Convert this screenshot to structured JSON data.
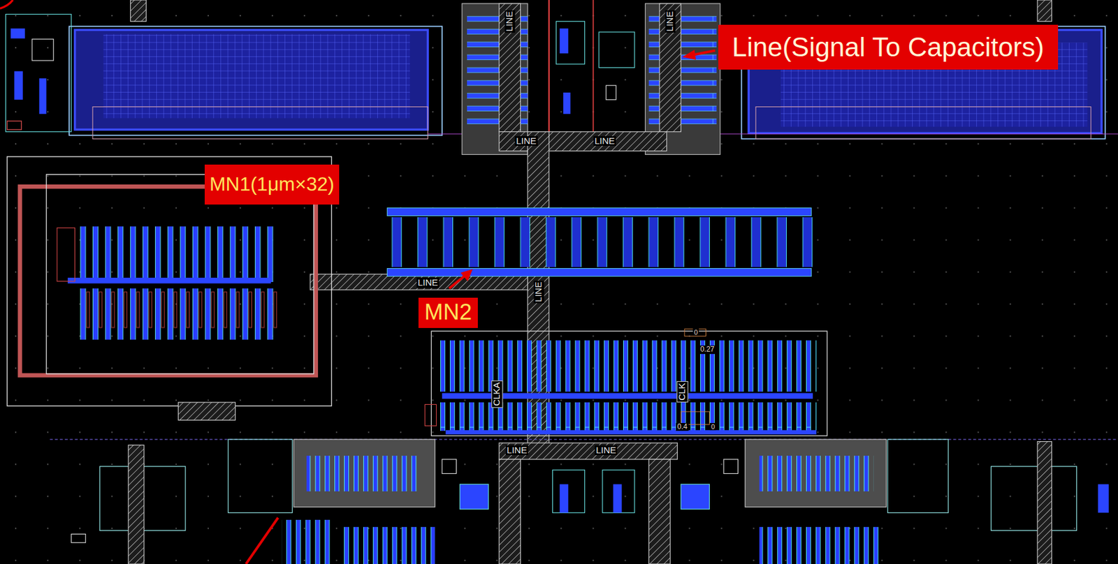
{
  "diagram": {
    "nodes": [
      {
        "text": [
          "Line(Signal To Capacitors)"
        ]
      },
      {
        "text": [
          "MN1(1μm×32)"
        ]
      },
      {
        "text": [
          "MN2"
        ]
      }
    ],
    "labels": [
      "LINE",
      "LINE",
      "LINE",
      "LINE",
      "LINE",
      "LINE",
      "CLKA",
      "0",
      "0.27",
      "CLK",
      "0.4",
      "0",
      "LINE",
      "LINE"
    ]
  }
}
